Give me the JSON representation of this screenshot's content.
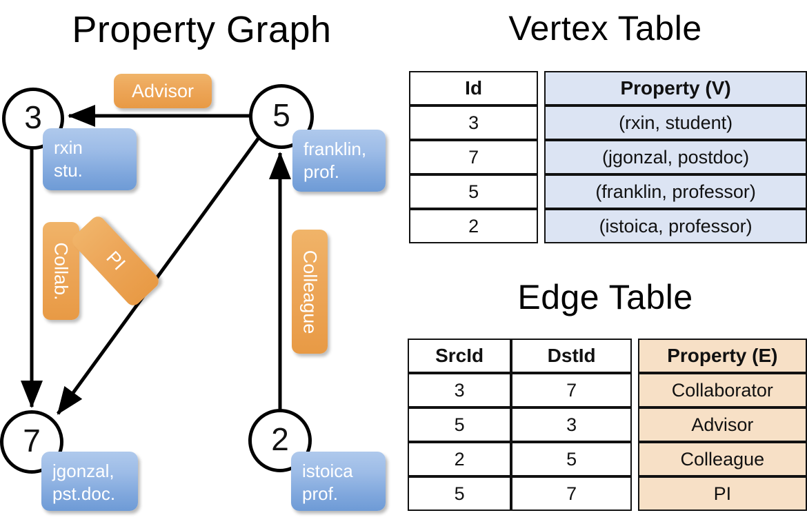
{
  "titles": {
    "property_graph": "Property Graph",
    "vertex_table": "Vertex Table",
    "edge_table": "Edge Table"
  },
  "graph": {
    "nodes": [
      {
        "id": "3",
        "property_line1": "rxin",
        "property_line2": "stu."
      },
      {
        "id": "5",
        "property_line1": "franklin,",
        "property_line2": "prof."
      },
      {
        "id": "7",
        "property_line1": "jgonzal,",
        "property_line2": "pst.doc."
      },
      {
        "id": "2",
        "property_line1": "istoica",
        "property_line2": "prof."
      }
    ],
    "edge_labels": [
      {
        "name": "advisor",
        "text": "Advisor"
      },
      {
        "name": "collab",
        "text": "Collab."
      },
      {
        "name": "pi",
        "text": "PI"
      },
      {
        "name": "colleague",
        "text": "Colleague"
      }
    ]
  },
  "vertex_table": {
    "headers": [
      "Id",
      "Property (V)"
    ],
    "rows": [
      {
        "id": "3",
        "property": "(rxin, student)"
      },
      {
        "id": "7",
        "property": "(jgonzal, postdoc)"
      },
      {
        "id": "5",
        "property": "(franklin, professor)"
      },
      {
        "id": "2",
        "property": "(istoica, professor)"
      }
    ]
  },
  "edge_table": {
    "headers": [
      "SrcId",
      "DstId",
      "Property (E)"
    ],
    "rows": [
      {
        "src": "3",
        "dst": "7",
        "property": "Collaborator"
      },
      {
        "src": "5",
        "dst": "3",
        "property": "Advisor"
      },
      {
        "src": "2",
        "dst": "5",
        "property": "Colleague"
      },
      {
        "src": "5",
        "dst": "7",
        "property": "PI"
      }
    ]
  },
  "colors": {
    "edge_label_orange": "#eda75a",
    "property_box_blue": "#9dbce7",
    "vertex_property_cell": "#dce4f3",
    "edge_property_cell": "#f7e0c6",
    "stroke": "#000000",
    "background": "#ffffff"
  }
}
